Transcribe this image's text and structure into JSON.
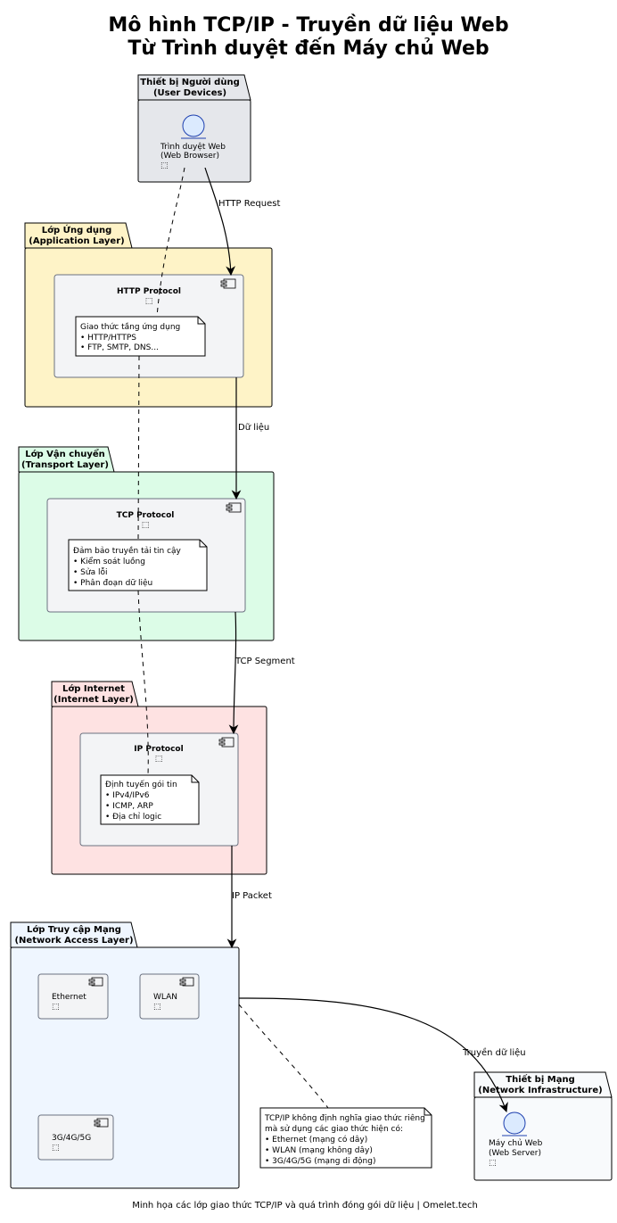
{
  "title": {
    "line1": "Mô hình TCP/IP - Truyền dữ liệu Web",
    "line2": "Từ Trình duyệt đến Máy chủ Web"
  },
  "user_devices": {
    "title1": "Thiết bị Người dùng",
    "title2": "(User Devices)",
    "browser": {
      "line1": "Trình duyệt Web",
      "line2": "(Web Browser)",
      "glyph": "⬚"
    }
  },
  "application_layer": {
    "title1": "Lớp Ứng dụng",
    "title2": "(Application Layer)",
    "component": {
      "name": "HTTP Protocol",
      "glyph": "⬚"
    },
    "note": [
      "Giao thức tầng ứng dụng",
      "• HTTP/HTTPS",
      "• FTP, SMTP, DNS..."
    ]
  },
  "transport_layer": {
    "title1": "Lớp Vận chuyển",
    "title2": "(Transport Layer)",
    "component": {
      "name": "TCP Protocol",
      "glyph": "⬚"
    },
    "note": [
      "Đảm bảo truyền tải tin cậy",
      "• Kiểm soát luồng",
      "• Sửa lỗi",
      "• Phân đoạn dữ liệu"
    ]
  },
  "internet_layer": {
    "title1": "Lớp Internet",
    "title2": "(Internet Layer)",
    "component": {
      "name": "IP Protocol",
      "glyph": "⬚"
    },
    "note": [
      "Định tuyến gói tin",
      "• IPv4/IPv6",
      "• ICMP, ARP",
      "• Địa chỉ logic"
    ]
  },
  "network_access_layer": {
    "title1": "Lớp Truy cập Mạng",
    "title2": "(Network Access Layer)",
    "components": [
      {
        "name": "Ethernet",
        "glyph": "⬚"
      },
      {
        "name": "WLAN",
        "glyph": "⬚"
      },
      {
        "name": "3G/4G/5G",
        "glyph": "⬚"
      }
    ]
  },
  "network_infra": {
    "title1": "Thiết bị Mạng",
    "title2": "(Network Infrastructure)",
    "server": {
      "line1": "Máy chủ Web",
      "line2": "(Web Server)",
      "glyph": "⬚"
    }
  },
  "network_note": [
    "TCP/IP không định nghĩa giao thức riêng",
    "mà sử dụng các giao thức hiện có:",
    "• Ethernet (mạng có dây)",
    "• WLAN (mạng không dây)",
    "• 3G/4G/5G (mạng di động)"
  ],
  "arrows": {
    "http_request": "HTTP Request",
    "data": "Dữ liệu",
    "tcp_segment": "TCP Segment",
    "ip_packet": "IP Packet",
    "transfer": "Truyền dữ liệu"
  },
  "footer": "Minh họa các lớp giao thức TCP/IP và quá trình đóng gói dữ liệu | Omelet.tech",
  "colors": {
    "user_pkg": "#e5e7eb",
    "app_pkg": "#fef3c7",
    "transport_pkg": "#dcfce7",
    "internet_pkg": "#fee2e2",
    "network_pkg": "#eff6ff",
    "infra_pkg": "#f8fafc",
    "component": "#f3f4f6",
    "actor": "#dbeafe",
    "actor_stroke": "#1e40af"
  }
}
